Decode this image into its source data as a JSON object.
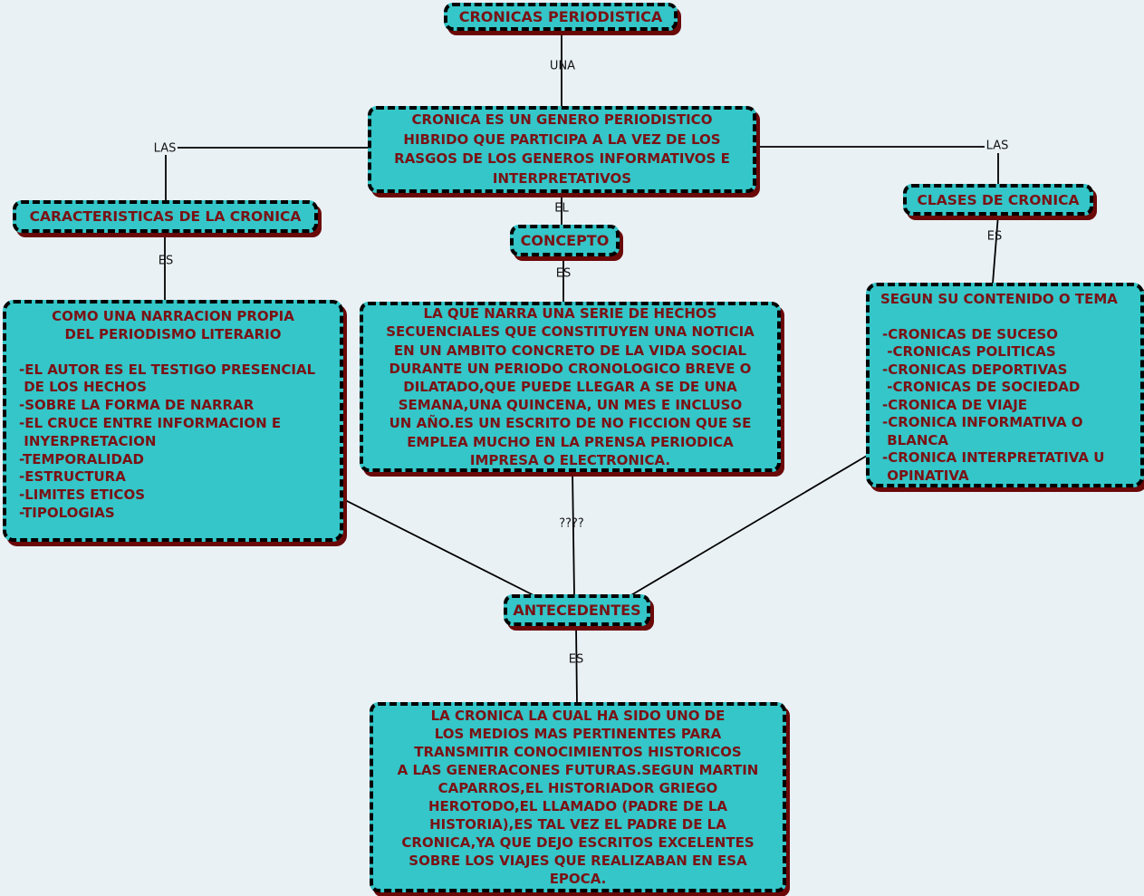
{
  "colors": {
    "page_bg": "#E9F1F5",
    "box_fill": "#34C6C8",
    "box_border": "#000000",
    "box_shadow": "#6B0808",
    "box_text": "#7A1215",
    "line_color": "#000000",
    "label_text": "#141414"
  },
  "map": {
    "root": {
      "label": "CRONICAS PERIODISTICA"
    },
    "definition": {
      "lines": [
        "CRONICA ES UN GENERO PERIODISTICO",
        "HIBRIDO QUE PARTICIPA A LA VEZ DE LOS",
        "RASGOS DE LOS GENEROS INFORMATIVOS E",
        "INTERPRETATIVOS"
      ]
    },
    "caracteristicas": {
      "label": "CARACTERISTICAS DE LA CRONICA",
      "detail": {
        "heading": [
          "COMO UNA NARRACION PROPIA",
          "DEL PERIODISMO LITERARIO"
        ],
        "items": [
          "-EL AUTOR ES EL TESTIGO PRESENCIAL",
          " DE LOS HECHOS",
          "-SOBRE LA FORMA DE NARRAR",
          "-EL CRUCE ENTRE INFORMACION E",
          " INYERPRETACION",
          "-TEMPORALIDAD",
          "-ESTRUCTURA",
          "-LIMITES ETICOS",
          "-TIPOLOGIAS"
        ]
      }
    },
    "concepto": {
      "label": "CONCEPTO",
      "detail": {
        "lines": [
          "LA QUE NARRA UNA SERIE DE HECHOS",
          "SECUENCIALES QUE CONSTITUYEN UNA NOTICIA",
          "EN UN AMBITO CONCRETO DE LA VIDA SOCIAL",
          "DURANTE UN PERIODO CRONOLOGICO BREVE O",
          "DILATADO,QUE PUEDE LLEGAR A SE DE UNA",
          "SEMANA,UNA QUINCENA, UN MES E INCLUSO",
          "UN AÑO.ES UN ESCRITO DE NO FICCION QUE SE",
          "EMPLEA MUCHO EN LA PRENSA PERIODICA",
          "IMPRESA O ELECTRONICA."
        ]
      }
    },
    "clases": {
      "label": "CLASES DE CRONICA",
      "detail": {
        "heading": "SEGUN SU CONTENIDO O TEMA",
        "items": [
          "-CRONICAS DE SUCESO",
          " -CRONICAS POLITICAS",
          "-CRONICAS DEPORTIVAS",
          " -CRONICAS DE SOCIEDAD",
          "-CRONICA DE VIAJE",
          "-CRONICA INFORMATIVA O",
          " BLANCA",
          "-CRONICA INTERPRETATIVA U",
          " OPINATIVA"
        ]
      }
    },
    "antecedentes": {
      "label": "ANTECEDENTES",
      "detail": {
        "lines": [
          "LA CRONICA LA CUAL HA SIDO UNO DE",
          "LOS MEDIOS MAS PERTINENTES PARA",
          "TRANSMITIR CONOCIMIENTOS HISTORICOS",
          "A LAS GENERACONES FUTURAS.SEGUN MARTIN",
          "CAPARROS,EL HISTORIADOR GRIEGO",
          "HEROTODO,EL LLAMADO (PADRE DE LA",
          "HISTORIA),ES TAL VEZ EL PADRE DE LA",
          "CRONICA,YA QUE DEJO ESCRITOS EXCELENTES",
          "SOBRE LOS VIAJES QUE REALIZABAN EN ESA",
          "EPOCA."
        ]
      }
    },
    "connectors": {
      "una": "UNA",
      "las_left": "LAS",
      "es_left": "ES",
      "el": "EL",
      "es_center": "ES",
      "las_right": "LAS",
      "es_right": "ES",
      "unknown": "????",
      "es_bottom": "ES"
    }
  }
}
